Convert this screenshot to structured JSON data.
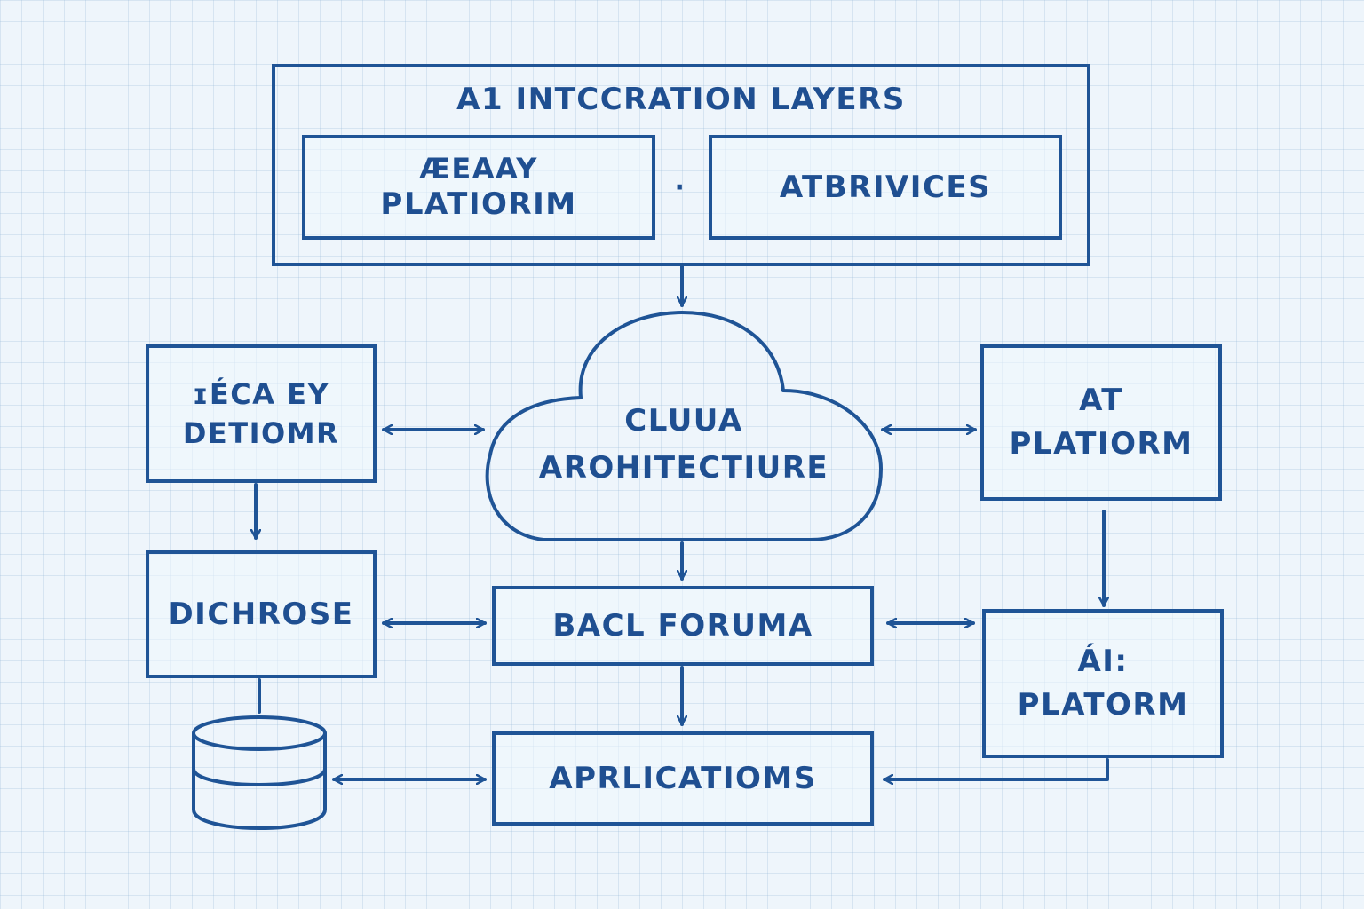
{
  "top_layer": {
    "title": "A1 INTCCRATION LAYERS",
    "left_box": {
      "line1": "ÆEAAY",
      "line2": "PLATIORIM"
    },
    "separator": "·",
    "right_box": {
      "label": "ATBRIVICES"
    }
  },
  "cloud": {
    "line1": "CLUUA",
    "line2": "AROHITECTIURE"
  },
  "left_top_box": {
    "line1": "ɪÉCA EY",
    "line2": "DETIOMR"
  },
  "right_top_box": {
    "line1": "AT",
    "line2": "PLATIORM"
  },
  "left_mid_box": {
    "label": "DICHROSE"
  },
  "center_mid_box": {
    "label": "BACL FORUMA"
  },
  "right_bottom_box": {
    "line1": "ÁI:",
    "line2": "PLATORM"
  },
  "bottom_box": {
    "label": "APRLICATIOMS"
  },
  "database_icon": "database-cylinder-icon",
  "colors": {
    "stroke": "#1f5496",
    "text": "#1f4f91",
    "background": "#eef5fb",
    "grid": "#b7cfe4"
  }
}
